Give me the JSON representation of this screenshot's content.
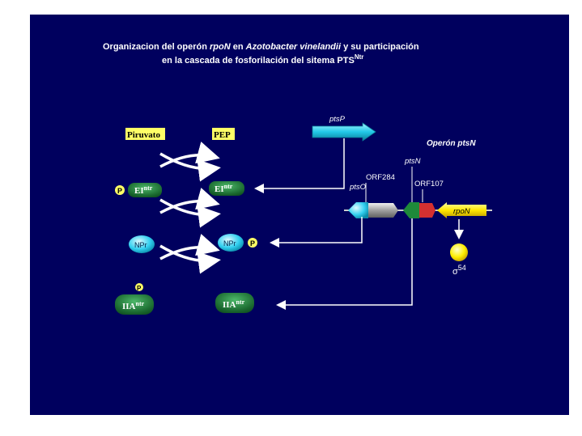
{
  "title": {
    "line1_a": "Organizacion del operón ",
    "line1_b": "rpoN",
    "line1_c": " en ",
    "line1_d": "Azotobacter vinelandii",
    "line1_e": " y su participación",
    "line2_a": "en la cascada de fosforilación del sitema PTS",
    "line2_sup": "Ntr"
  },
  "cascade": {
    "piruvato": "Piruvato",
    "pep": "PEP",
    "ei_base": "EI",
    "ei_sup": "ntr",
    "npr": "NPr",
    "iia_base": "IIA",
    "iia_sup": "ntr",
    "phospho": "P"
  },
  "genes": {
    "ptsP": "ptsP",
    "operon": "Operón ptsN",
    "ptsN": "ptsN",
    "orf284": "ORF284",
    "orf107": "ORF107",
    "ptsO": "ptsO",
    "rpoN": "rpoN",
    "sigma_symbol": "σ",
    "sigma_num": "54"
  },
  "colors": {
    "background": "#00005e",
    "yellow_label": "#ffff66",
    "cyan": "#33ccee",
    "green": "#1f7a3a",
    "arrow": "#ffffff"
  }
}
